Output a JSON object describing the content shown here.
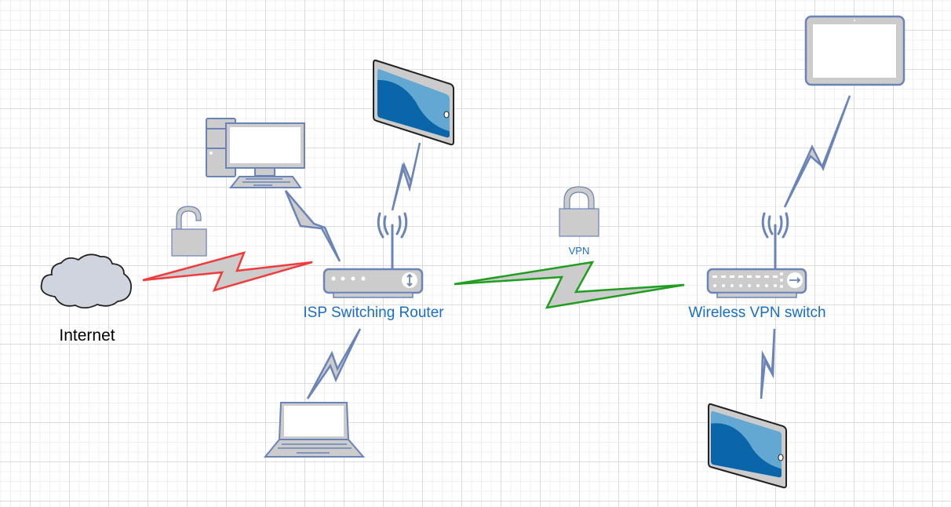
{
  "diagram": {
    "type": "network-topology",
    "colors": {
      "device_stroke": "#6a84b8",
      "device_fill": "#cccccc",
      "label_blue": "#1a6fc4",
      "link_insecure": "#f03c3c",
      "link_vpn": "#1f9e1f",
      "link_wireless": "#6a84b8",
      "tablet_screen_light": "#62a8d2",
      "tablet_screen_dark": "#0a66a8"
    },
    "nodes": [
      {
        "id": "internet",
        "kind": "cloud",
        "label": "Internet"
      },
      {
        "id": "isp-router",
        "kind": "wireless-router",
        "label": "ISP Switching Router"
      },
      {
        "id": "vpn-switch",
        "kind": "wireless-switch",
        "label": "Wireless VPN switch"
      },
      {
        "id": "desktop",
        "kind": "desktop-pc",
        "label": ""
      },
      {
        "id": "tablet-top",
        "kind": "tablet",
        "label": ""
      },
      {
        "id": "laptop",
        "kind": "laptop",
        "label": ""
      },
      {
        "id": "tablet-frame",
        "kind": "tablet-landscape",
        "label": ""
      },
      {
        "id": "tablet-bottom",
        "kind": "tablet",
        "label": ""
      }
    ],
    "locks": [
      {
        "id": "open-lock",
        "state": "unlocked",
        "label": ""
      },
      {
        "id": "vpn-lock",
        "state": "locked",
        "label": "VPN"
      }
    ],
    "links": [
      {
        "from": "internet",
        "to": "isp-router",
        "style": "insecure"
      },
      {
        "from": "isp-router",
        "to": "vpn-switch",
        "style": "vpn"
      },
      {
        "from": "desktop",
        "to": "isp-router",
        "style": "wireless"
      },
      {
        "from": "tablet-top",
        "to": "isp-router",
        "style": "wireless"
      },
      {
        "from": "laptop",
        "to": "isp-router",
        "style": "wireless"
      },
      {
        "from": "tablet-frame",
        "to": "vpn-switch",
        "style": "wireless"
      },
      {
        "from": "tablet-bottom",
        "to": "vpn-switch",
        "style": "wireless"
      }
    ]
  }
}
